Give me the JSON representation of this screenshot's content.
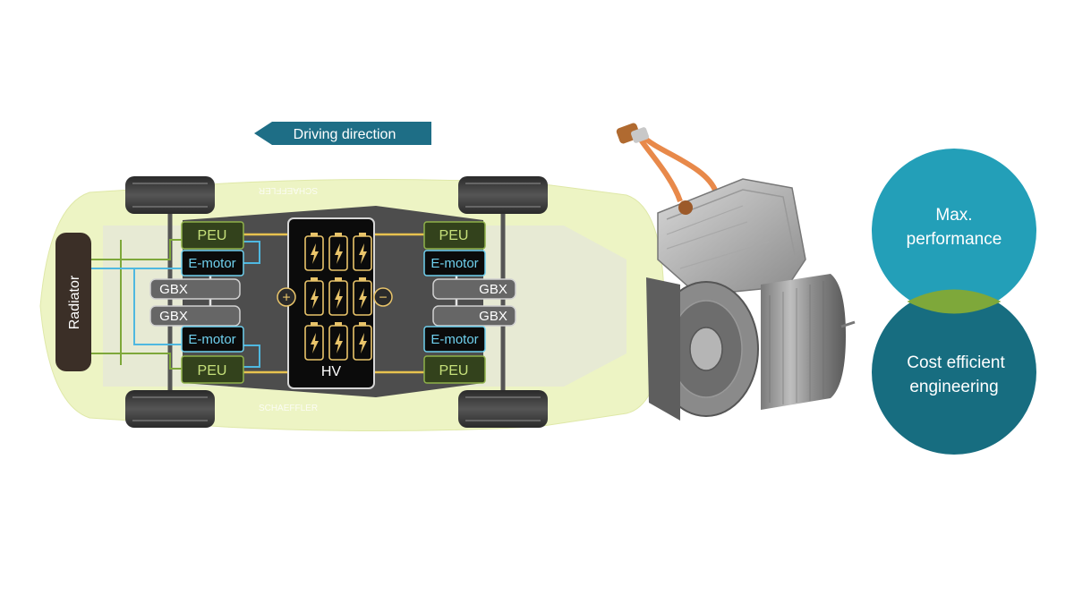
{
  "direction": {
    "label": "Driving direction"
  },
  "car": {
    "radiator_label": "Radiator",
    "brand_text": "SCHAEFFLER"
  },
  "front_left": {
    "peu": "PEU",
    "motor": "E-motor",
    "gbx": "GBX"
  },
  "front_right": {
    "peu": "PEU",
    "motor": "E-motor",
    "gbx": "GBX"
  },
  "rear_left": {
    "peu": "PEU",
    "motor": "E-motor",
    "gbx": "GBX"
  },
  "rear_right": {
    "peu": "PEU",
    "motor": "E-motor",
    "gbx": "GBX"
  },
  "battery": {
    "label": "HV",
    "plus": "+",
    "minus": "−",
    "cells": 9
  },
  "circles": {
    "top": {
      "line1": "Max.",
      "line2": "performance"
    },
    "bottom": {
      "line1": "Cost efficient",
      "line2": "engineering"
    }
  },
  "colors": {
    "teal_dark": "#1e6e86",
    "teal_light": "#239fb8",
    "teal_deep": "#176d80",
    "overlap_green": "#7ea83a",
    "car_body": "#edf4c4",
    "platform": "#4d4d4d",
    "peu_green": "#33421c",
    "peu_text": "#c6e07a",
    "motor_text": "#6fd0ee",
    "battery_gold": "#e9c46a",
    "bus_line": "#e7c24f",
    "cable_orange": "#e8894a"
  }
}
